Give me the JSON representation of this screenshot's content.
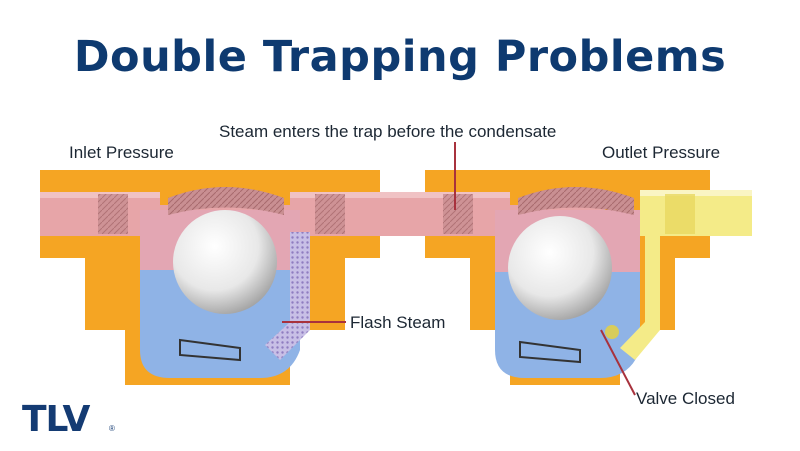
{
  "title": "Double Trapping Problems",
  "labels": {
    "inlet_pressure": "Inlet Pressure",
    "steam_enters": "Steam enters the trap before the condensate",
    "outlet_pressure": "Outlet Pressure",
    "flash_steam": "Flash Steam",
    "valve_closed": "Valve Closed"
  },
  "logo": {
    "text": "TLV",
    "mark": "®"
  },
  "colors": {
    "title": "#0e3a70",
    "body": "#f5a523",
    "steam_pipe": "#e7a5a8",
    "condensate": "#8fb3e6",
    "ball": "#e6e6e6",
    "callout_line": "#a8323d",
    "flash_steam": "#b8a8d6",
    "outlet_pipe": "#f4eb88",
    "logo": "#143b73"
  }
}
